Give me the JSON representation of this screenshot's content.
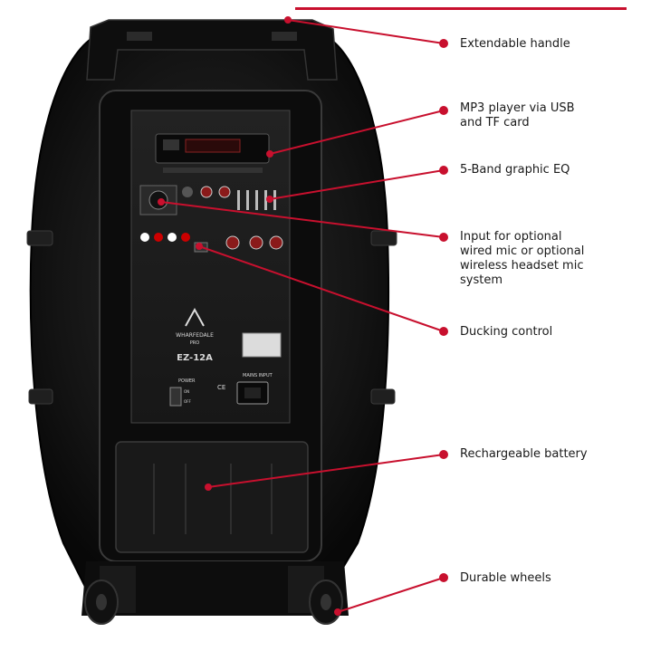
{
  "product": {
    "logo_text": "WHARFEDALE",
    "model": "EZ-12A",
    "brand_sub": "PRO"
  },
  "panel": {
    "power_label": "POWER",
    "power_on": "ON",
    "power_off": "OFF",
    "mains_label": "MAINS INPUT"
  },
  "callouts": [
    {
      "id": "handle",
      "text": "Extendable handle"
    },
    {
      "id": "mp3",
      "text": "MP3 player via USB\nand TF card"
    },
    {
      "id": "eq",
      "text": "5-Band graphic EQ"
    },
    {
      "id": "mic",
      "text": "Input for optional\nwired mic or optional\nwireless headset mic\nsystem"
    },
    {
      "id": "ducking",
      "text": "Ducking control"
    },
    {
      "id": "battery",
      "text": "Rechargeable battery"
    },
    {
      "id": "wheels",
      "text": "Durable wheels"
    }
  ],
  "colors": {
    "accent": "#c8102e",
    "cabinet": "#141414",
    "panel": "#1e1e1e"
  }
}
